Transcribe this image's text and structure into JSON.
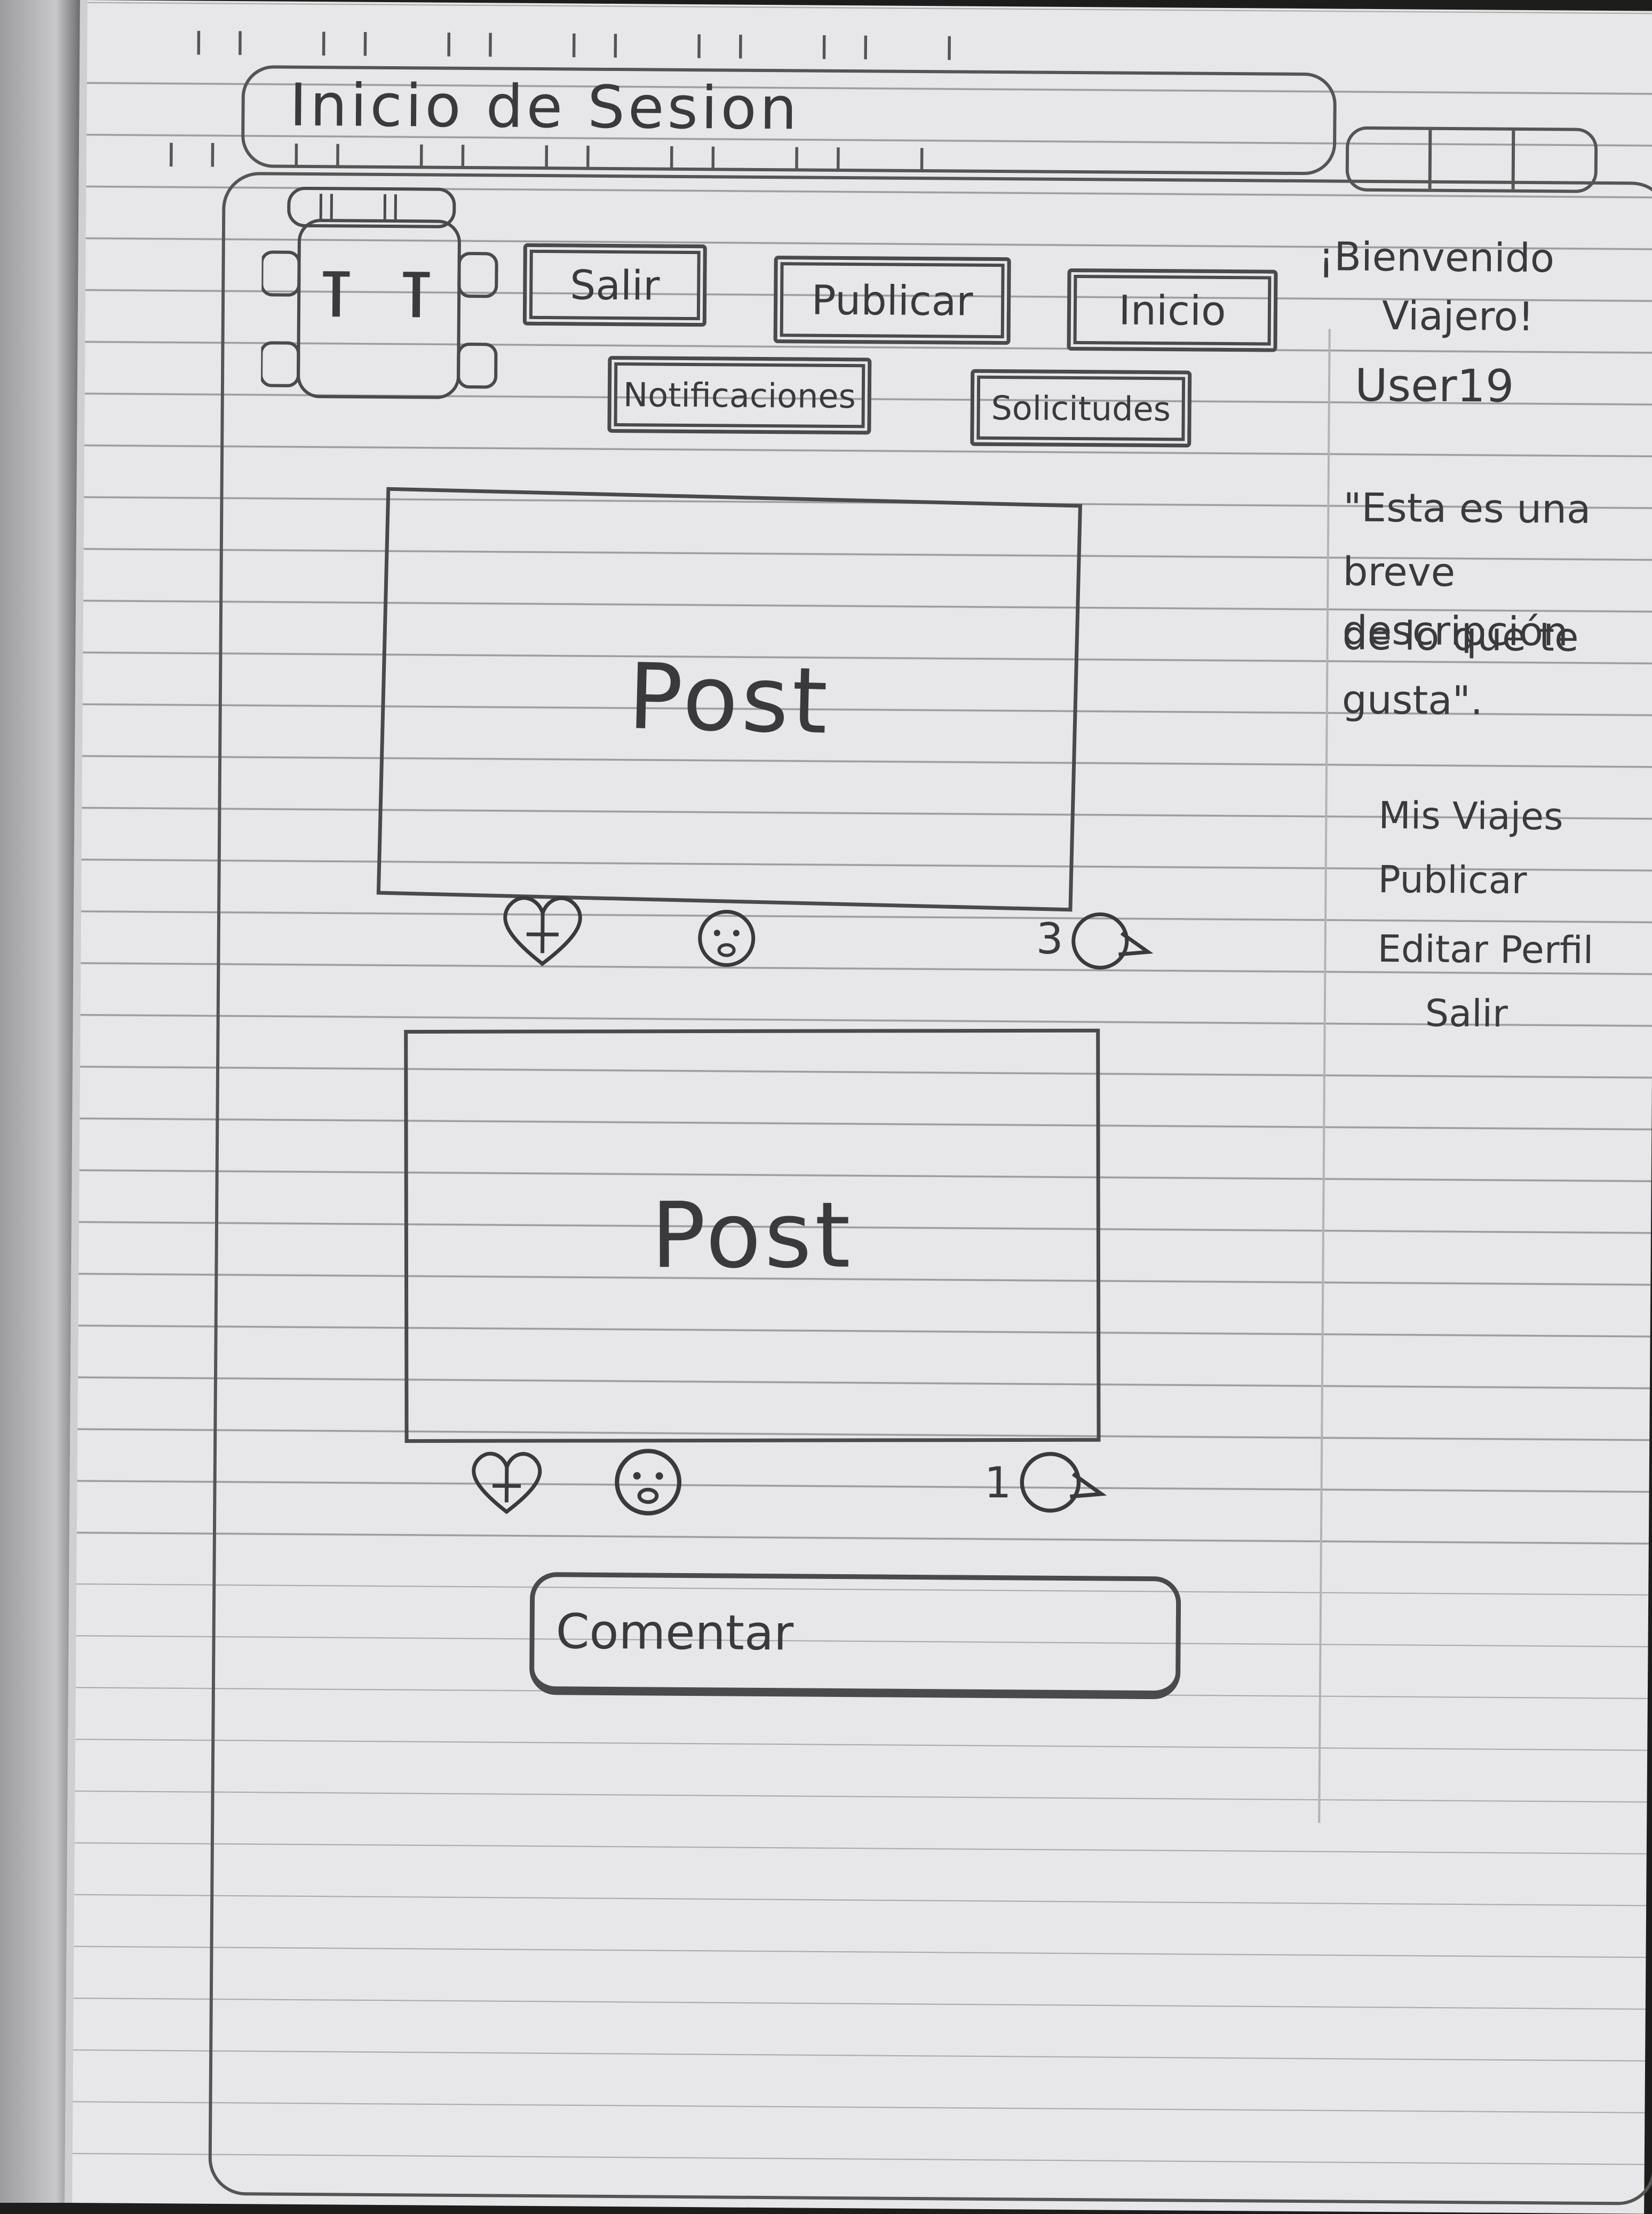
{
  "window": {
    "title": "Inicio de Sesion"
  },
  "nav": {
    "salir": "Salir",
    "publicar": "Publicar",
    "inicio": "Inicio",
    "notificaciones": "Notificaciones",
    "solicitudes": "Solicitudes"
  },
  "sidebar": {
    "welcome_line1": "¡Bienvenido",
    "welcome_line2": "Viajero!",
    "username": "User19",
    "description": [
      "\"Esta es una",
      "breve descripción",
      "de lo que te",
      "gusta\"."
    ],
    "links": [
      "Mis Viajes",
      "Publicar",
      "Editar Perfil",
      "Salir"
    ]
  },
  "posts": [
    {
      "label": "Post",
      "comment_count": "3",
      "icons": [
        "heart-icon",
        "face-icon",
        "comment-icon"
      ]
    },
    {
      "label": "Post",
      "comment_count": "1",
      "icons": [
        "heart-icon",
        "face-icon",
        "comment-icon"
      ]
    }
  ],
  "comment": {
    "placeholder": "Comentar"
  },
  "logo": "backpack-icon"
}
